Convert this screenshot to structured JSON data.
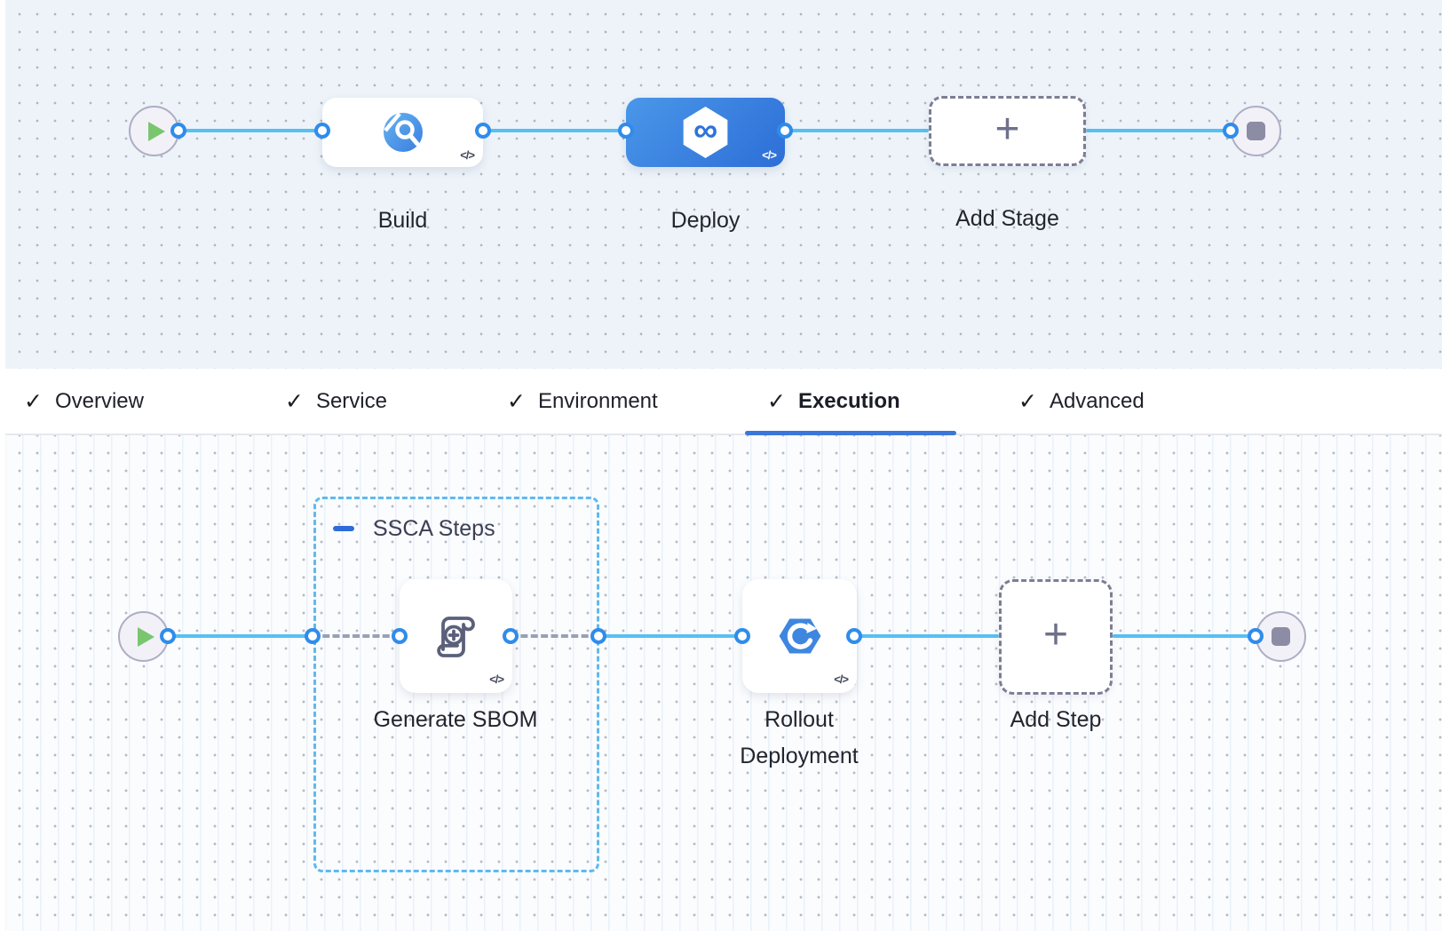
{
  "stage_canvas": {
    "nodes": [
      {
        "label": "Build",
        "icon": "ci-build-icon"
      },
      {
        "label": "Deploy",
        "icon": "cd-deploy-icon"
      },
      {
        "label": "Add Stage",
        "icon": "plus-icon"
      }
    ],
    "plus_glyph": "+",
    "code_toggle_glyph": "</>",
    "infinity_glyph": "∞"
  },
  "tabs": {
    "check_glyph": "✓",
    "active": "Execution",
    "items": [
      {
        "label": "Overview",
        "checked": true
      },
      {
        "label": "Service",
        "checked": true
      },
      {
        "label": "Environment",
        "checked": true
      },
      {
        "label": "Execution",
        "checked": true
      },
      {
        "label": "Advanced",
        "checked": true
      }
    ]
  },
  "execution_canvas": {
    "group": {
      "label": "SSCA Steps"
    },
    "steps": [
      {
        "label": "Generate SBOM",
        "icon": "sbom-scroll-icon"
      },
      {
        "label": "Rollout Deployment",
        "icon": "rollout-refresh-icon"
      },
      {
        "label": "Add Step",
        "icon": "plus-icon"
      }
    ],
    "plus_glyph": "+",
    "code_toggle_glyph": "</>"
  },
  "colors": {
    "accent_blue": "#3b77d8",
    "connector_line_blue": "#56c0f2",
    "connector_ring_blue": "#2f8ceb",
    "deploy_gradient_start": "#4a97e9",
    "deploy_gradient_end": "#2d6ed7",
    "group_border_blue": "#5fb9f0",
    "play_green": "#79c66f",
    "canvas_top_bg": "#edf3f9",
    "canvas_bottom_bg": "#fbfcfe"
  }
}
